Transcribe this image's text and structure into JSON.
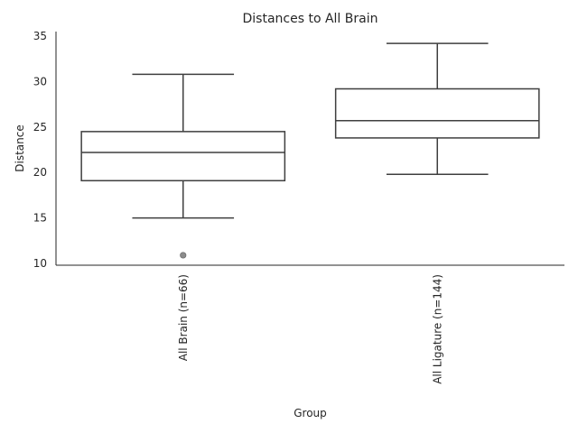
{
  "chart_data": {
    "type": "box",
    "title": "Distances to All Brain",
    "xlabel": "Group",
    "ylabel": "Distance",
    "ylim": [
      9.8,
      35.5
    ],
    "yticks": [
      10,
      15,
      20,
      25,
      30,
      35
    ],
    "categories": [
      "All Brain (n=66)",
      "All Ligature (n=144)"
    ],
    "boxes": [
      {
        "whisker_low": 15.0,
        "q1": 19.1,
        "median": 22.2,
        "q3": 24.5,
        "whisker_high": 30.8,
        "fliers": [
          10.9
        ]
      },
      {
        "whisker_low": 19.8,
        "q1": 23.8,
        "median": 25.7,
        "q3": 29.2,
        "whisker_high": 34.2,
        "fliers": []
      }
    ],
    "grid": false,
    "colors": {
      "box_edge": "#3f3f3f",
      "box_fill": "#ffffff",
      "flier": "#8c8c8c"
    }
  }
}
